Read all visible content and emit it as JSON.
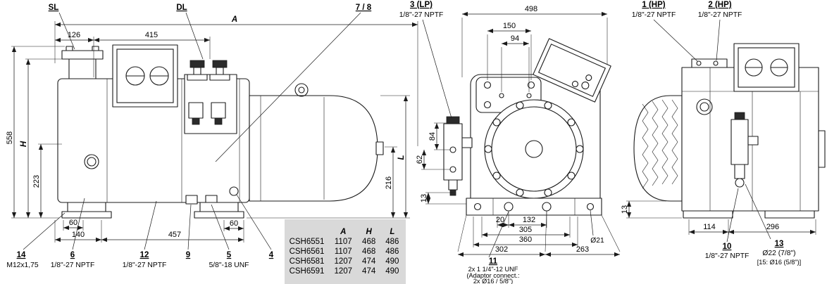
{
  "left_view": {
    "sl": "SL",
    "dl": "DL",
    "callout_78": "7 / 8",
    "dim_a": "A",
    "dim_126": "126",
    "dim_415": "415",
    "dim_558": "558",
    "dim_h": "H",
    "dim_223": "223",
    "dim_216": "216",
    "dim_l": "L",
    "dim_60_front": "60",
    "dim_140": "140",
    "dim_457": "457",
    "dim_60_rear": "60",
    "callout_14_num": "14",
    "callout_14_label": "M12x1,75",
    "callout_6_num": "6",
    "callout_6_label": "1/8\"-27 NPTF",
    "callout_12_num": "12",
    "callout_12_label": "1/8\"-27 NPTF",
    "callout_9_num": "9",
    "callout_5_num": "5",
    "callout_5_label": "5/8\"-18 UNF",
    "callout_4_num": "4"
  },
  "front_view": {
    "callout_3_num": "3 (LP)",
    "callout_3_label": "1/8\"-27 NPTF",
    "dim_498": "498",
    "dim_150": "150",
    "dim_94": "94",
    "dim_84": "84",
    "dim_62": "62",
    "dim_13": "13",
    "dim_20": "20",
    "dim_132": "132",
    "dim_305": "305",
    "dim_360": "360",
    "dim_302": "302",
    "dim_263": "263",
    "dia_21": "Ø21",
    "callout_11_num": "11",
    "callout_11_label": "2x 1 1/4\"-12 UNF",
    "callout_11_note1": "(Adaptor connect.:",
    "callout_11_note2": "2x Ø16 / 5/8\")"
  },
  "right_view": {
    "callout_1_num": "1 (HP)",
    "callout_1_label": "1/8\"-27 NPTF",
    "callout_2_num": "2 (HP)",
    "callout_2_label": "1/8\"-27 NPTF",
    "dim_13": "13",
    "dim_114": "114",
    "dim_296": "296",
    "callout_10_num": "10",
    "callout_10_label": "1/8\"-27 NPTF",
    "callout_13_num": "13",
    "callout_13_label": "Ø22 (7/8\")",
    "callout_13_note": "[15: Ø16 (5/8\")]"
  },
  "table": {
    "headers": [
      "A",
      "H",
      "L"
    ],
    "rows": [
      {
        "model": "CSH6551",
        "A": "1107",
        "H": "468",
        "L": "486"
      },
      {
        "model": "CSH6561",
        "A": "1107",
        "H": "468",
        "L": "486"
      },
      {
        "model": "CSH6581",
        "A": "1207",
        "H": "474",
        "L": "490"
      },
      {
        "model": "CSH6591",
        "A": "1207",
        "H": "474",
        "L": "490"
      }
    ]
  }
}
